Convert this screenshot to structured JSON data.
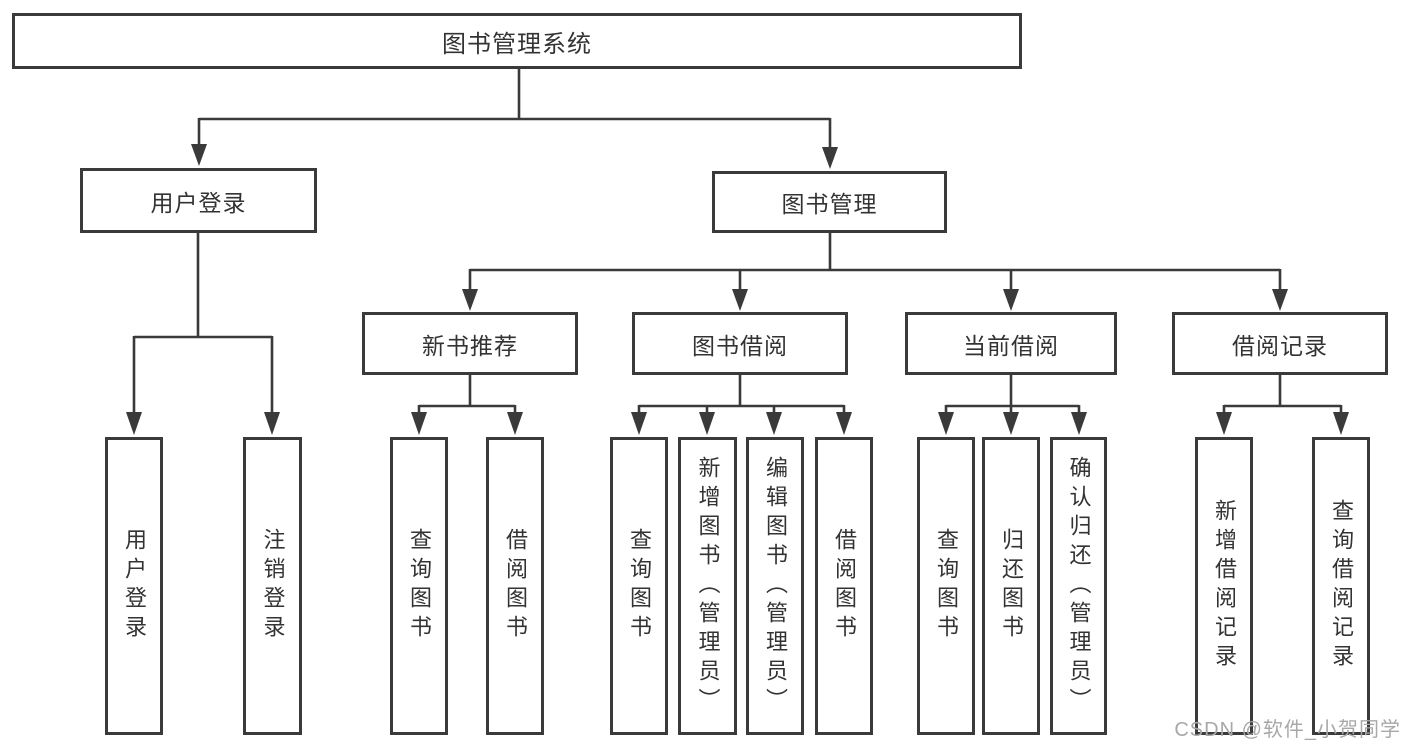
{
  "page": {
    "background": "#ffffff"
  },
  "diagram": {
    "type": "tree",
    "line_color": "#3a3a3a",
    "box_border_color": "#3a3a3a",
    "text_color": "#333333",
    "root": {
      "label": "图书管理系统",
      "children": [
        {
          "label": "用户登录",
          "children": [
            {
              "label": "用户登录"
            },
            {
              "label": "注销登录"
            }
          ]
        },
        {
          "label": "图书管理",
          "children": [
            {
              "label": "新书推荐",
              "children": [
                {
                  "label": "查询图书"
                },
                {
                  "label": "借阅图书"
                }
              ]
            },
            {
              "label": "图书借阅",
              "children": [
                {
                  "label": "查询图书"
                },
                {
                  "label": "新增图书（管理员）"
                },
                {
                  "label": "编辑图书（管理员）"
                },
                {
                  "label": "借阅图书"
                }
              ]
            },
            {
              "label": "当前借阅",
              "children": [
                {
                  "label": "查询图书"
                },
                {
                  "label": "归还图书"
                },
                {
                  "label": "确认归还（管理员）"
                }
              ]
            },
            {
              "label": "借阅记录",
              "children": [
                {
                  "label": "新增借阅记录"
                },
                {
                  "label": "查询借阅记录"
                }
              ]
            }
          ]
        }
      ]
    }
  },
  "watermark": {
    "text": "CSDN @软件_小贺同学",
    "color": "#a8a8a8"
  }
}
